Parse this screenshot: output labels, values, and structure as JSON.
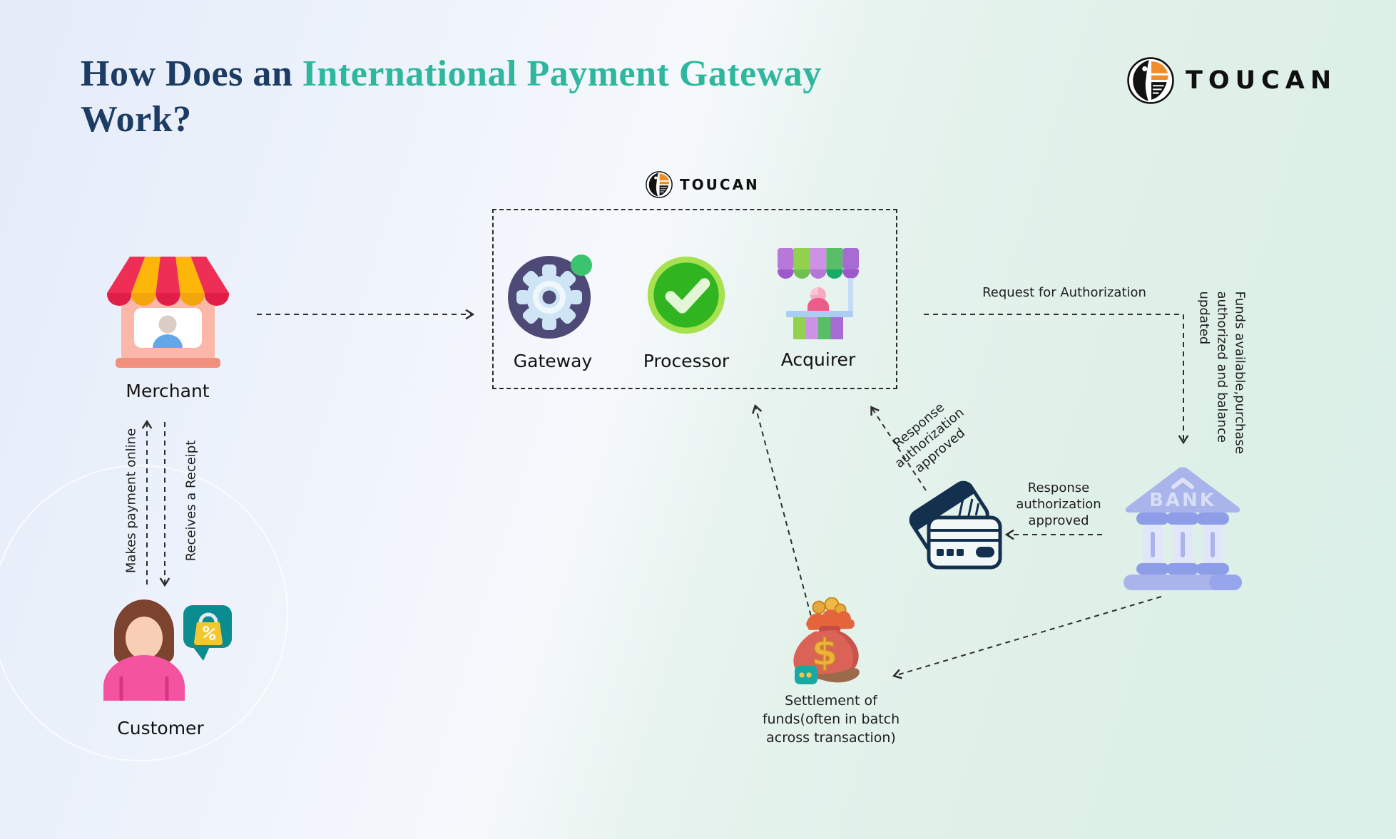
{
  "title": {
    "part1": "How Does an",
    "highlight": "International Payment Gateway",
    "part2": "Work?"
  },
  "brand": {
    "name": "TOUCAN"
  },
  "box_nodes": [
    {
      "label": "Gateway"
    },
    {
      "label": "Processor"
    },
    {
      "label": "Acquirer"
    }
  ],
  "actors": {
    "merchant": "Merchant",
    "customer": "Customer",
    "bank_sign": "BANK",
    "currency_symbol": "$"
  },
  "flow_labels": {
    "makes_payment": "Makes payment online",
    "receives_receipt": "Receives a Receipt",
    "request_authorization": "Request for Authorization",
    "funds_update_lines": [
      "Funds available,purchase",
      "authorized  and balance",
      "updated"
    ],
    "response_auth_lines": [
      "Response",
      "authorization",
      "approved"
    ],
    "settlement_lines": [
      "Settlement of",
      "funds(often in batch",
      "across transaction)"
    ]
  },
  "colors": {
    "title_navy": "#1C3C64",
    "title_teal": "#2FB79E",
    "connector": "#2E2E2E",
    "gateway_circle": "#4D4A77",
    "processor_green": "#30B420",
    "bank_periwinkle": "#A9B4EA",
    "card_navy": "#14304F",
    "bg_blue": "#E4ECFA",
    "bg_mint": "#D9EFE7"
  }
}
